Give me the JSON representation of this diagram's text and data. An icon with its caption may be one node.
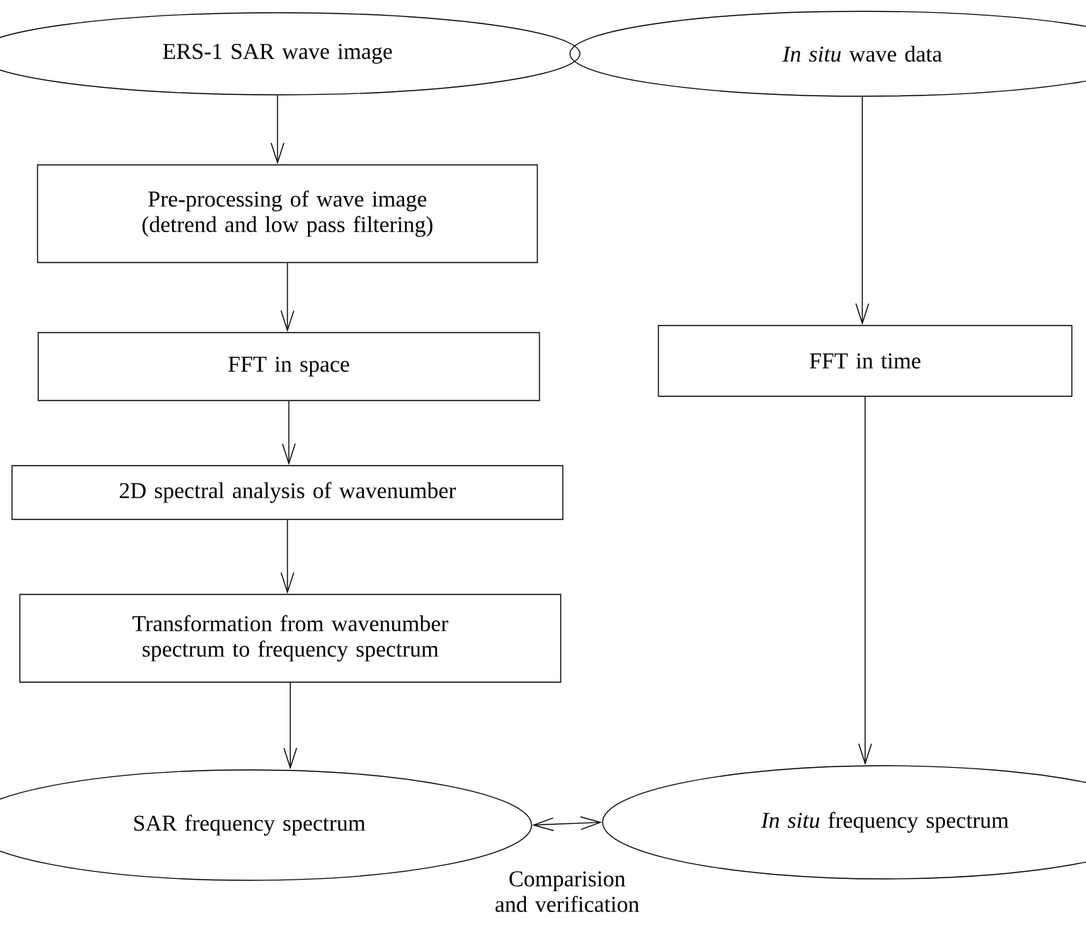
{
  "diagram": {
    "nodes": [
      {
        "text": [
          "ERS-1 SAR wave image"
        ]
      },
      {
        "text": [
          "Pre-processing of wave image (detrend and low pass filtering)"
        ]
      },
      {
        "text": [
          "FFT in space"
        ]
      },
      {
        "text": [
          "2D spectral analysis of wavenumber"
        ]
      },
      {
        "text": [
          "Transformation from wavenumber spectrum to frequency spectrum"
        ]
      },
      {
        "text": [
          "SAR frequency spectrum"
        ]
      },
      {
        "text": [
          "*In situ*  wave data"
        ]
      },
      {
        "text": [
          "FFT in time"
        ]
      },
      {
        "text": [
          "*In situ* frequency spectrum"
        ]
      }
    ],
    "edges": [
      {
        "from": 0,
        "to": 1,
        "arrow": "to"
      },
      {
        "from": 1,
        "to": 2,
        "arrow": "to"
      },
      {
        "from": 2,
        "to": 3,
        "arrow": "to"
      },
      {
        "from": 3,
        "to": 4,
        "arrow": "to"
      },
      {
        "from": 4,
        "to": 5,
        "arrow": "to"
      },
      {
        "from": 6,
        "to": 7,
        "arrow": "to"
      },
      {
        "from": 7,
        "to": 8,
        "arrow": "to"
      },
      {
        "from": 5,
        "to": 8,
        "arrow": "both",
        "label": "Comparision and verification"
      }
    ]
  }
}
